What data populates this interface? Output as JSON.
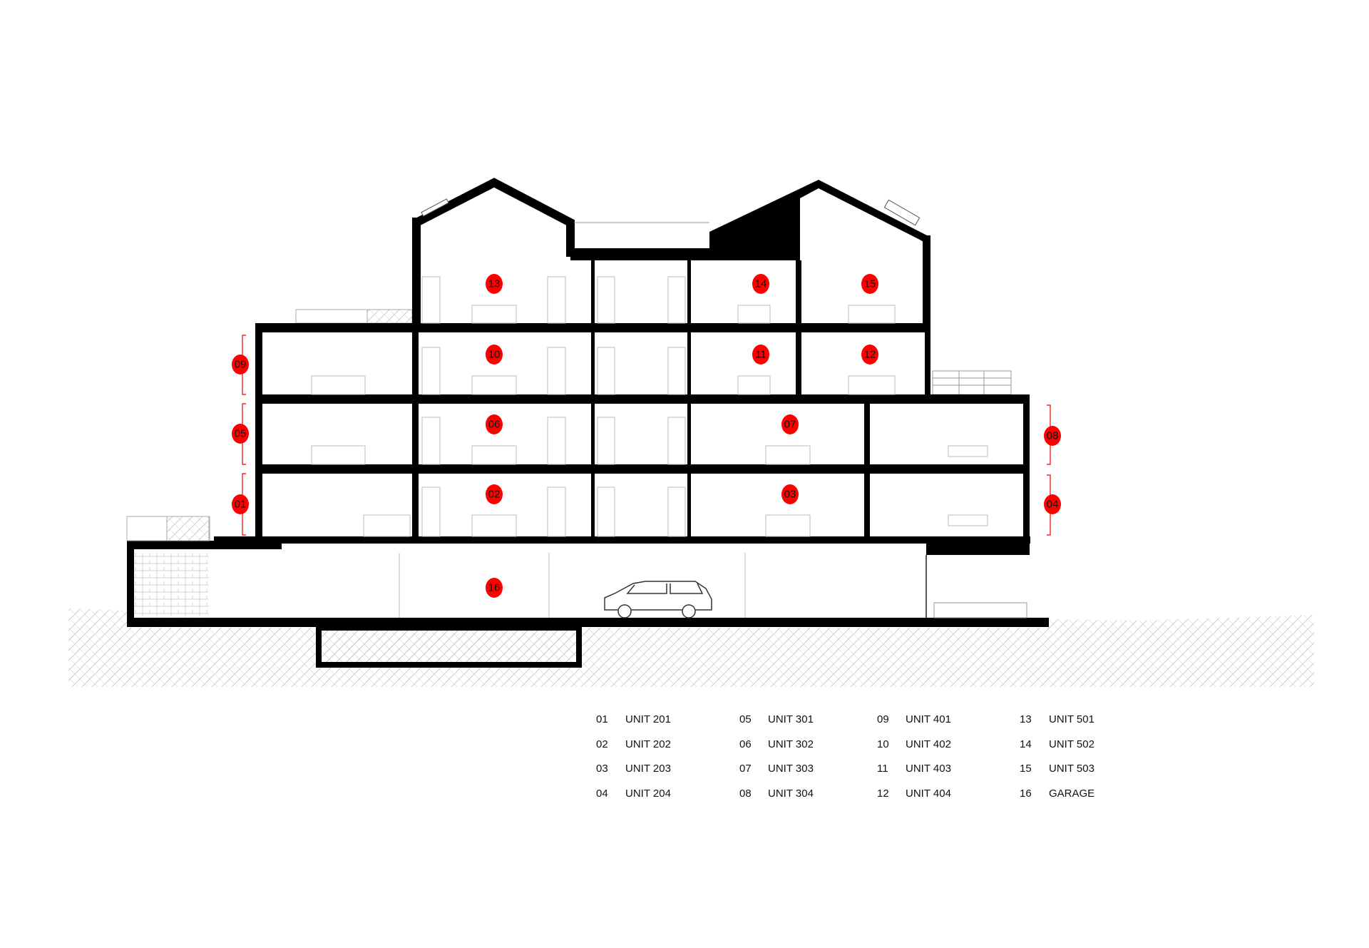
{
  "colors": {
    "marker": "#ff0000",
    "structure": "#000000",
    "ground_hatch": "#bdbdbd"
  },
  "markers": [
    {
      "id": "01"
    },
    {
      "id": "02"
    },
    {
      "id": "03"
    },
    {
      "id": "04"
    },
    {
      "id": "05"
    },
    {
      "id": "06"
    },
    {
      "id": "07"
    },
    {
      "id": "08"
    },
    {
      "id": "09"
    },
    {
      "id": "10"
    },
    {
      "id": "11"
    },
    {
      "id": "12"
    },
    {
      "id": "13"
    },
    {
      "id": "14"
    },
    {
      "id": "15"
    },
    {
      "id": "16"
    }
  ],
  "legend": [
    {
      "num": "01",
      "label": "UNIT 201"
    },
    {
      "num": "02",
      "label": "UNIT 202"
    },
    {
      "num": "03",
      "label": "UNIT 203"
    },
    {
      "num": "04",
      "label": "UNIT 204"
    },
    {
      "num": "05",
      "label": "UNIT 301"
    },
    {
      "num": "06",
      "label": "UNIT 302"
    },
    {
      "num": "07",
      "label": "UNIT 303"
    },
    {
      "num": "08",
      "label": "UNIT 304"
    },
    {
      "num": "09",
      "label": "UNIT 401"
    },
    {
      "num": "10",
      "label": "UNIT 402"
    },
    {
      "num": "11",
      "label": "UNIT 403"
    },
    {
      "num": "12",
      "label": "UNIT 404"
    },
    {
      "num": "13",
      "label": "UNIT 501"
    },
    {
      "num": "14",
      "label": "UNIT 502"
    },
    {
      "num": "15",
      "label": "UNIT 503"
    },
    {
      "num": "16",
      "label": "GARAGE"
    }
  ]
}
